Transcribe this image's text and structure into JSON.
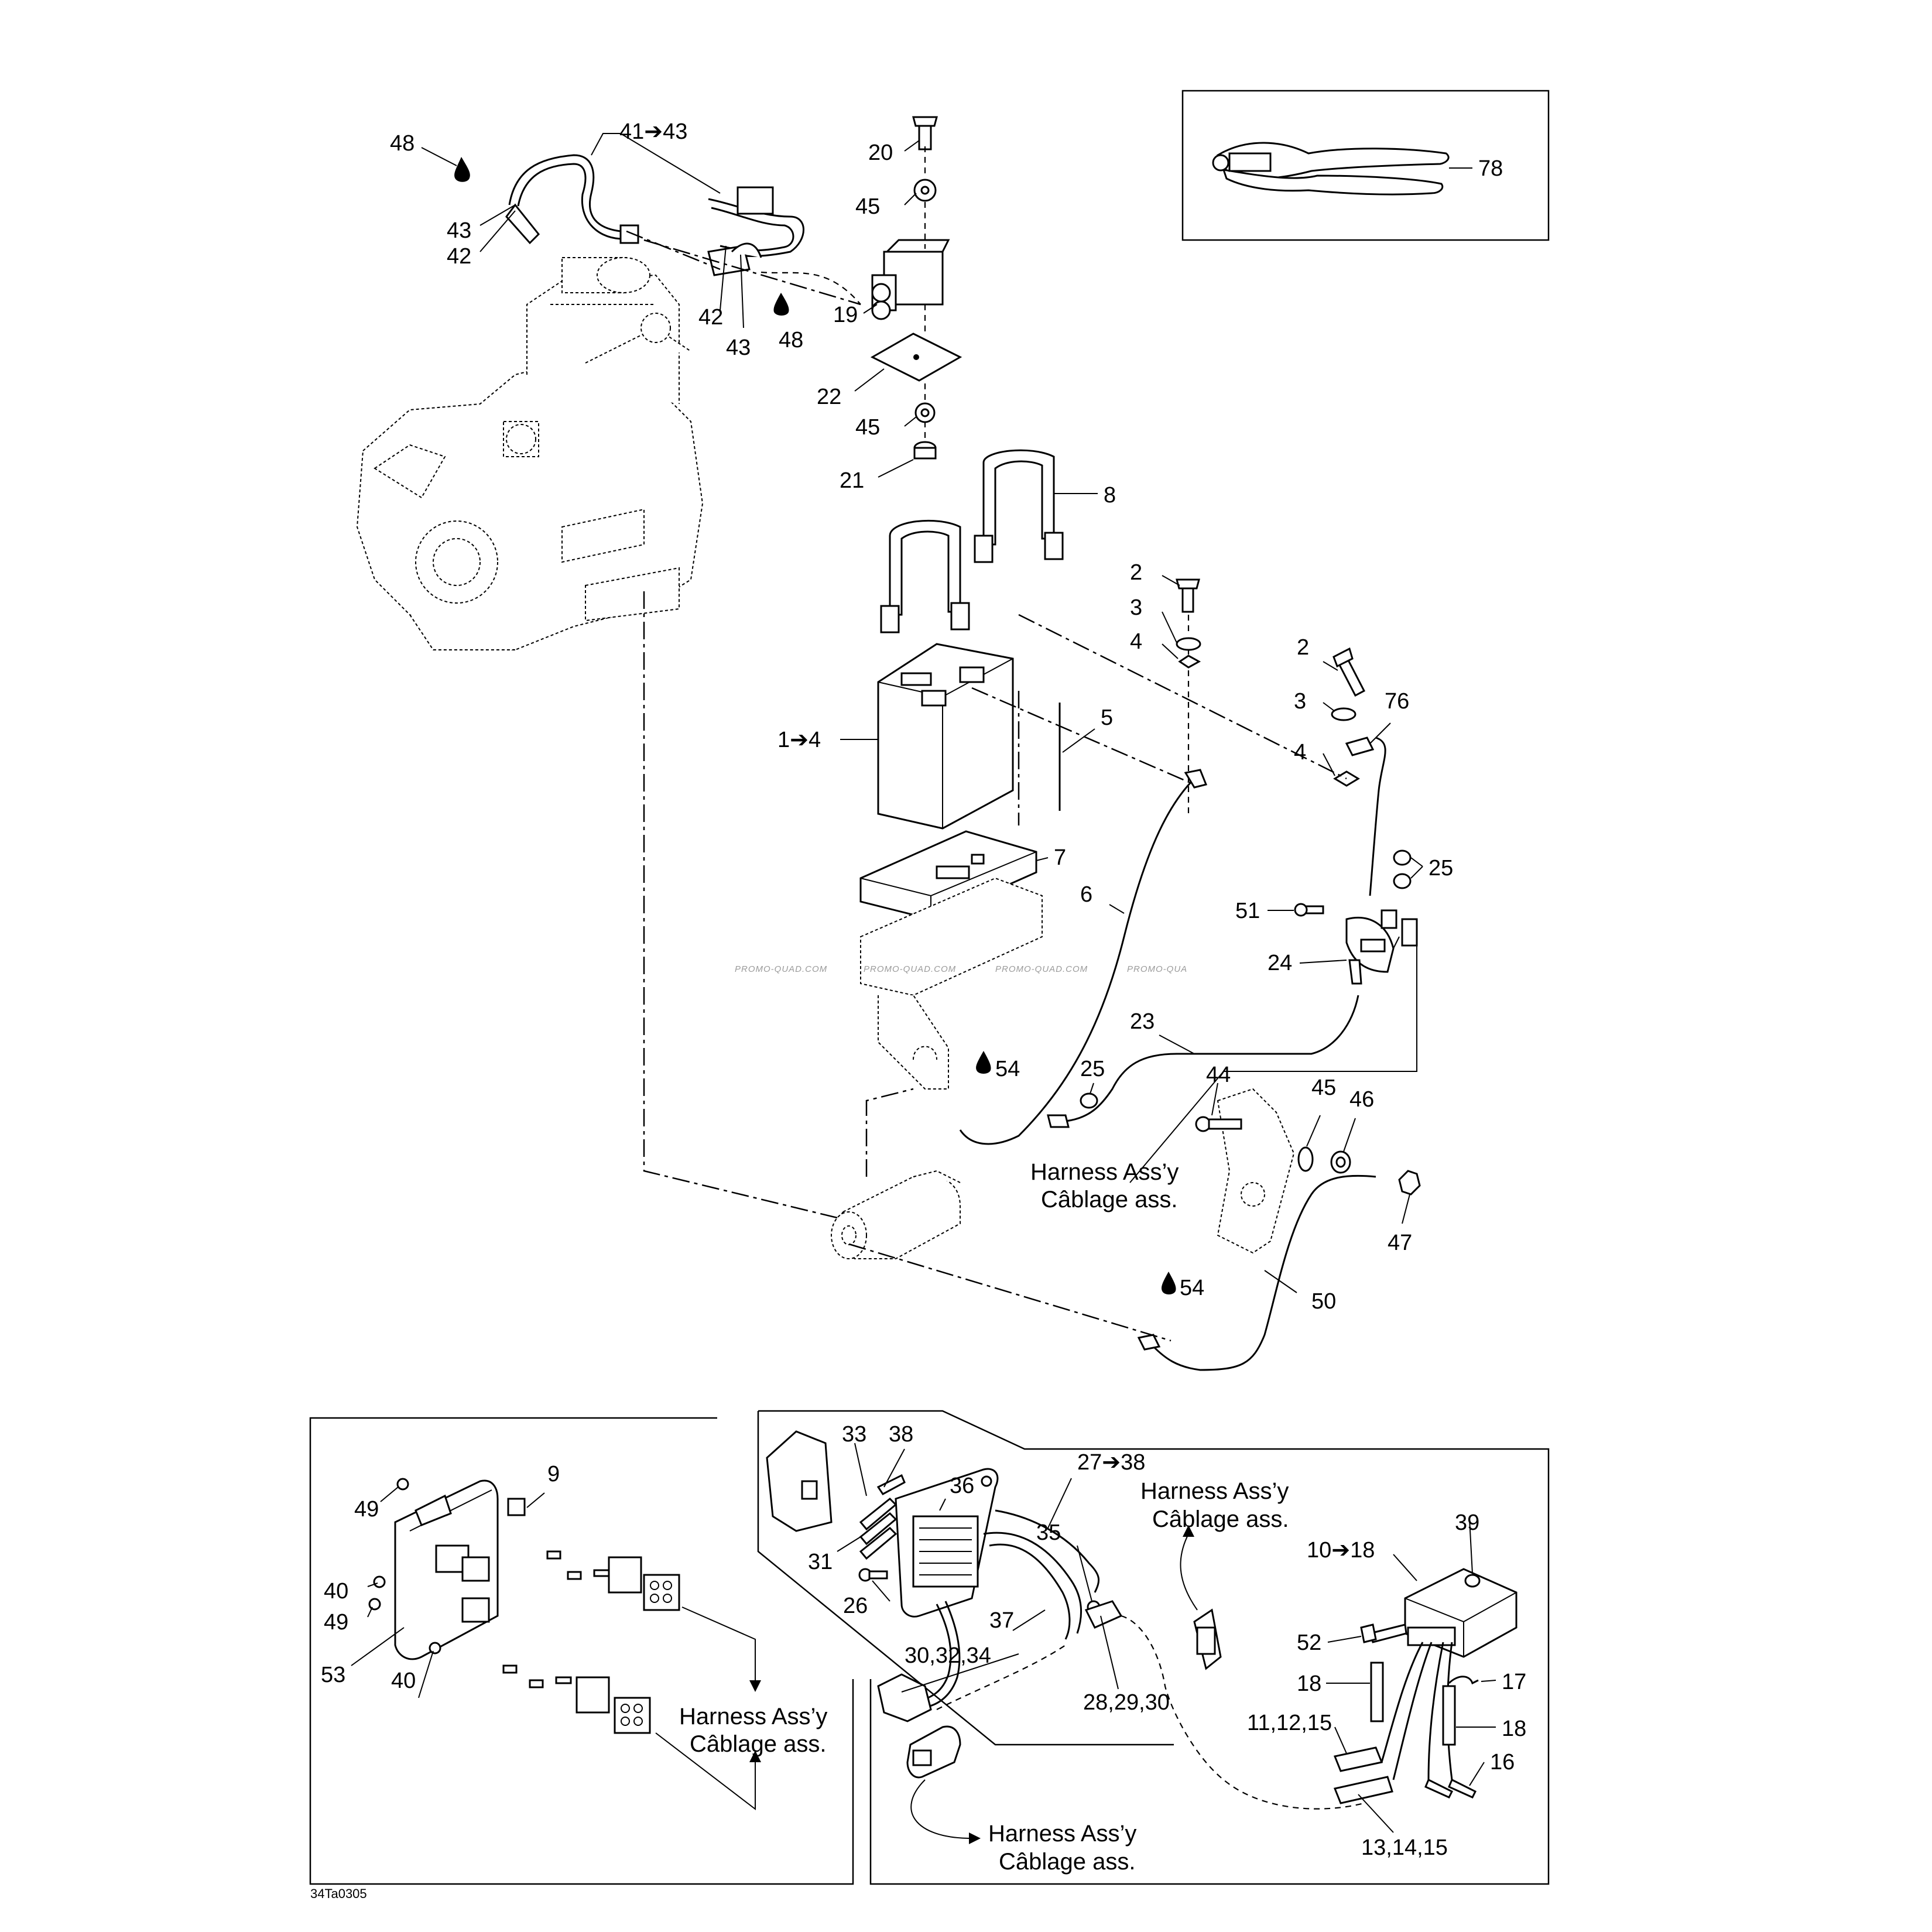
{
  "labels": {
    "l48a": "48",
    "l41_43": "41➔43",
    "l43a": "43",
    "l42a": "42",
    "l42b": "42",
    "l43b": "43",
    "l48b": "48",
    "l20": "20",
    "l45a": "45",
    "l19": "19",
    "l22": "22",
    "l45b": "45",
    "l21": "21",
    "l78": "78",
    "l8": "8",
    "l2a": "2",
    "l3a": "3",
    "l4a": "4",
    "l2b": "2",
    "l3b": "3",
    "l76": "76",
    "l4b": "4",
    "l1_4": "1➔4",
    "l5": "5",
    "l7": "7",
    "l6": "6",
    "l25a": "25",
    "l51": "51",
    "l24": "24",
    "l23": "23",
    "l54a": "54",
    "l25b": "25",
    "l44": "44",
    "l45c": "45",
    "l46": "46",
    "l47": "47",
    "l50": "50",
    "l54b": "54",
    "l9": "9",
    "l49a": "49",
    "l40a": "40",
    "l49b": "49",
    "l53": "53",
    "l40b": "40",
    "l33": "33",
    "l38": "38",
    "l36": "36",
    "l27_38": "27➔38",
    "l31": "31",
    "l35": "35",
    "l26": "26",
    "l37": "37",
    "l30_32_34": "30,32,34",
    "l28_29_30": "28,29,30",
    "l39": "39",
    "l10_18": "10➔18",
    "l52": "52",
    "l18a": "18",
    "l17": "17",
    "l11_12_15": "11,12,15",
    "l18b": "18",
    "l16": "16",
    "l13_14_15": "13,14,15"
  },
  "harness_callouts": [
    {
      "en": "Harness Ass’y",
      "fr": "Câblage ass."
    },
    {
      "en": "Harness Ass’y",
      "fr": "Câblage ass."
    },
    {
      "en": "Harness Ass’y",
      "fr": "Câblage ass."
    },
    {
      "en": "Harness Ass’y",
      "fr": "Câblage ass."
    }
  ],
  "watermark": {
    "text": "PROMO-QUAD.COM",
    "text_clipped": "PROMO-QUA"
  },
  "figure_code": "34Ta0305",
  "icons": {
    "lubricant": "oil-drop-icon",
    "arrow": "arrow-icon"
  }
}
